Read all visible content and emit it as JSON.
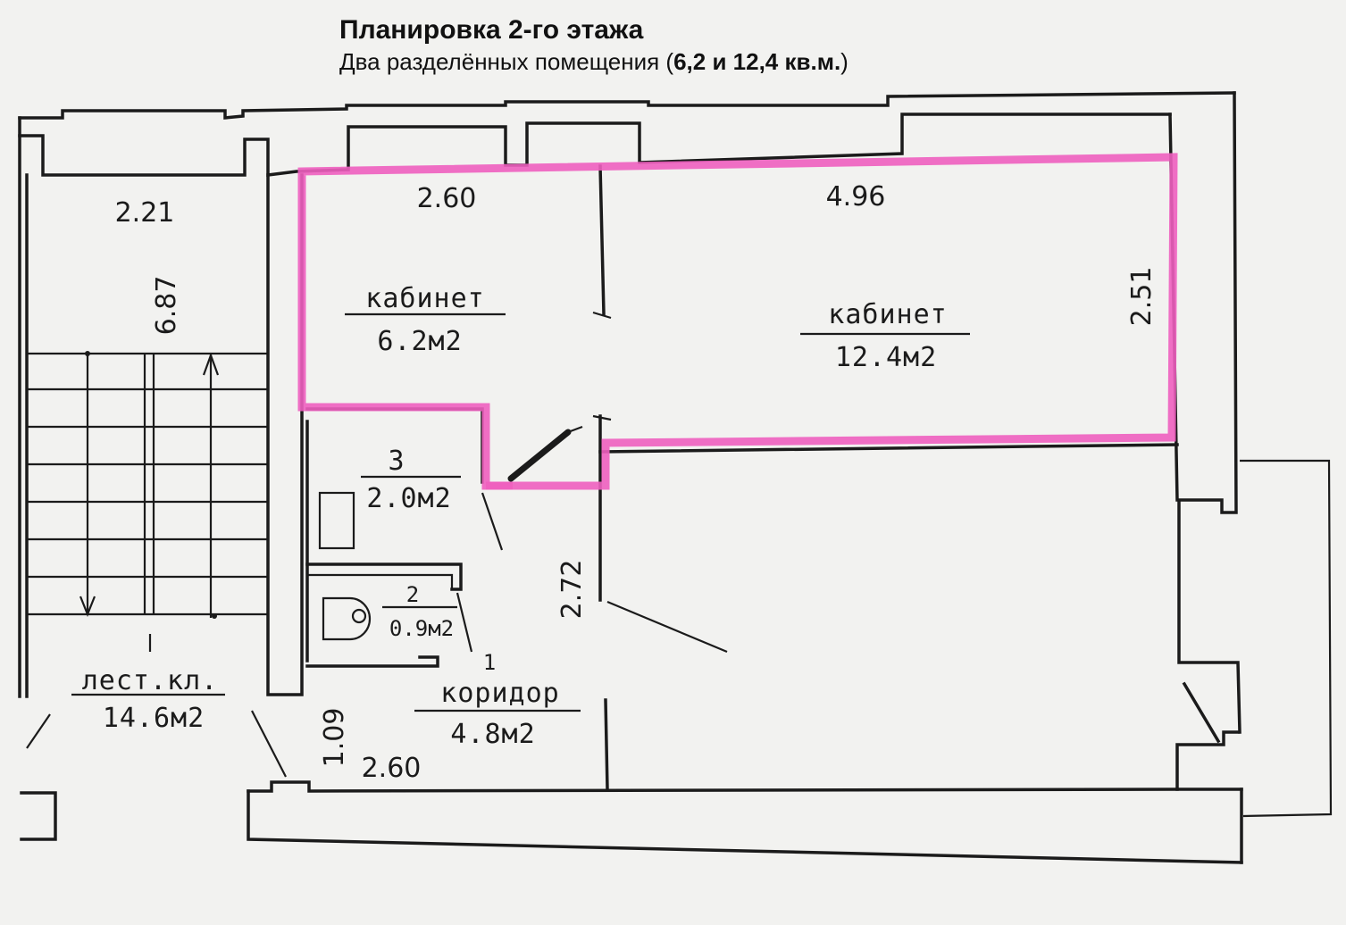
{
  "header": {
    "title": "Планировка 2-го этажа",
    "subtitle_prefix": "Два разделённых помещения (",
    "subtitle_bold": "6,2 и 12,4 кв.м.",
    "subtitle_suffix": ")"
  },
  "rooms": {
    "office_small": {
      "name": "кабинет",
      "area": "6.2м2"
    },
    "office_large": {
      "name": "кабинет",
      "area": "12.4м2"
    },
    "room3": {
      "number": "3",
      "area": "2.0м2"
    },
    "room2": {
      "number": "2",
      "area": "0.9м2"
    },
    "corridor": {
      "number": "1",
      "name": "коридор",
      "area": "4.8м2"
    },
    "stairwell": {
      "name": "лест.кл.",
      "area": "14.6м2"
    }
  },
  "dimensions": {
    "stair_width": "2.21",
    "stair_length": "6.87",
    "small_office_width": "2.60",
    "large_office_width": "4.96",
    "large_office_depth": "2.51",
    "corridor_depth": "2.72",
    "entry_depth": "1.09",
    "corridor_width": "2.60"
  },
  "colors": {
    "highlight": "#ee5fbf",
    "ink": "#1b1b1b",
    "paper": "#f2f2f0"
  }
}
